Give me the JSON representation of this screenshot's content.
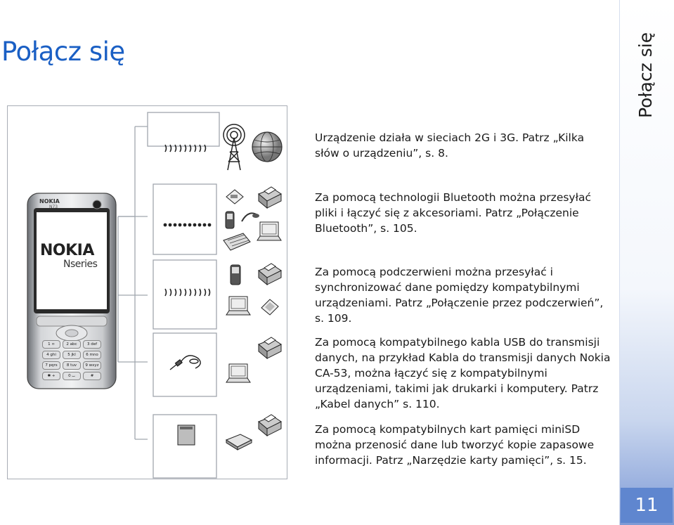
{
  "page": {
    "title": "Połącz się",
    "side_tab_label": "Połącz się",
    "page_number": "11"
  },
  "phone": {
    "model": "N73",
    "brand": "NOKIA",
    "series": "Nseries",
    "keys": [
      "1 ∞",
      "2 abc",
      "3 def",
      "4 ghi",
      "5 jkl",
      "6 mno",
      "7 pqrs",
      "8 tuv",
      "9 wxyz",
      "✱ +",
      "0 ⌴",
      "#"
    ]
  },
  "connections": [
    {
      "text": "Urządzenie działa w sieciach 2G i 3G. Patrz „Kilka słów o urządzeniu”, s. 8."
    },
    {
      "text": "Za pomocą technologii Bluetooth można przesyłać pliki i łączyć się z akcesoriami. Patrz „Połączenie Bluetooth”, s. 105."
    },
    {
      "text": "Za pomocą podczerwieni można przesyłać i synchronizować dane pomiędzy kompatybilnymi urządzeniami. Patrz „Połączenie przez podczerwień”, s. 109."
    },
    {
      "text": "Za pomocą kompatybilnego kabla USB do transmisji danych, na przykład Kabla do transmisji danych Nokia CA-53, można łączyć się z kompatybilnymi urządzeniami, takimi jak drukarki i komputery. Patrz „Kabel danych” s. 110."
    },
    {
      "text": "Za pomocą kompatybilnych kart pamięci miniSD można przenosić dane lub tworzyć kopie zapasowe informacji. Patrz „Narzędzie karty pamięci”, s. 15."
    }
  ]
}
